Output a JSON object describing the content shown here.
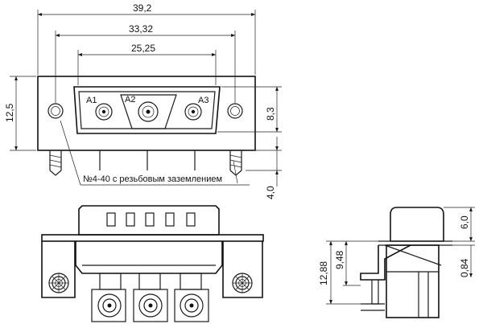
{
  "dimensions": {
    "overall_width": "39,2",
    "mount_hole_spacing": "33,32",
    "shell_width": "25,25",
    "flange_height": "12,5",
    "row_offset": "8,3",
    "pin_length": "4,0",
    "side_height_total": "12,88",
    "side_height_upper": "9,48",
    "side_shell_height": "6,0",
    "side_offset": "0,84"
  },
  "contacts": {
    "a1": "A1",
    "a2": "A2",
    "a3": "A3"
  },
  "callout": {
    "text": "№4-40 с резьбовым заземлением"
  }
}
